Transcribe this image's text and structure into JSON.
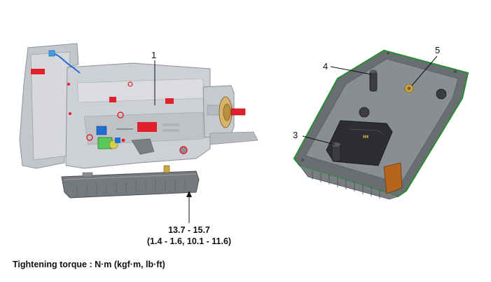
{
  "callouts": {
    "c1": "1",
    "c3": "3",
    "c4": "4",
    "c5": "5"
  },
  "torque": {
    "line1": "13.7 - 15.7",
    "line2": "(1.4 - 1.6, 10.1 - 11.6)"
  },
  "caption": "Tightening torque : N·m (kgf·m, lb·ft)",
  "colors": {
    "housing": "#c9ccd1",
    "housing_dark": "#8e9299",
    "pan_body": "#6b6e72",
    "pan_gasket": "#2e8b3a",
    "accent_red": "#e0202a",
    "accent_blue": "#1f6fd6",
    "accent_green": "#3bbf3b",
    "connector_orange": "#b5651d"
  }
}
